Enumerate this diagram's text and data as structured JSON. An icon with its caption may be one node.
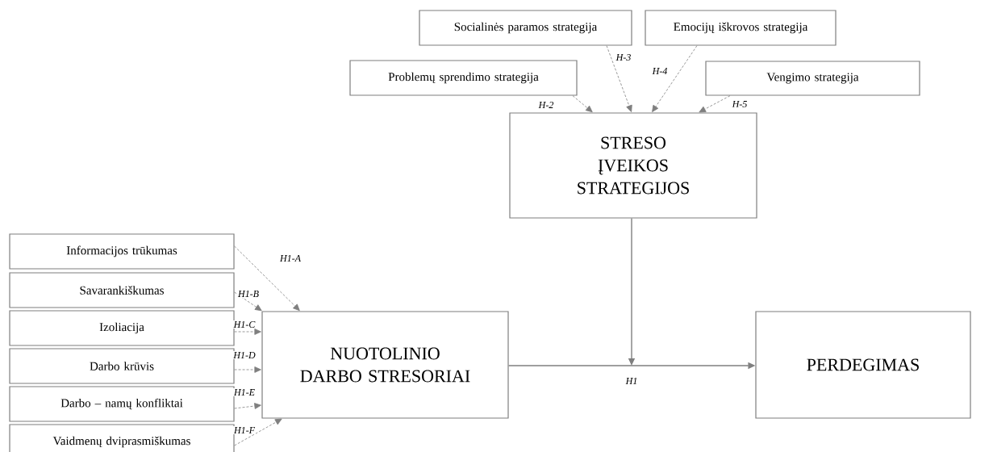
{
  "diagram": {
    "nodes": [
      {
        "text": [
          "Socialinės paramos strategija"
        ]
      },
      {
        "text": [
          "Emocijų iškrovos strategija"
        ]
      },
      {
        "text": [
          "Problemų sprendimo strategija"
        ]
      },
      {
        "text": [
          "Vengimo strategija"
        ]
      },
      {
        "text": [
          "STRESO ĮVEIKOS STRATEGIJOS"
        ]
      },
      {
        "text": [
          "Informacijos trūkumas"
        ]
      },
      {
        "text": [
          "Savarankiškumas"
        ]
      },
      {
        "text": [
          "Izoliacija"
        ]
      },
      {
        "text": [
          "Darbo krūvis"
        ]
      },
      {
        "text": [
          "Darbo – namų konfliktai"
        ]
      },
      {
        "text": [
          "Vaidmenų dviprasmiškumas"
        ]
      },
      {
        "text": [
          "NUOTOLINIO DARBO STRESORIAI"
        ]
      },
      {
        "text": [
          "PERDEGIMAS"
        ]
      }
    ],
    "edges": [
      {
        "from": 2,
        "to": 4,
        "arrow": "to",
        "label": "H-2",
        "style": "dashed"
      },
      {
        "from": 0,
        "to": 4,
        "arrow": "to",
        "label": "H-3",
        "style": "dashed"
      },
      {
        "from": 1,
        "to": 4,
        "arrow": "to",
        "label": "H-4",
        "style": "dashed"
      },
      {
        "from": 3,
        "to": 4,
        "arrow": "to",
        "label": "H-5",
        "style": "dashed"
      },
      {
        "from": 5,
        "to": 11,
        "arrow": "to",
        "label": "H1-A",
        "style": "dashed"
      },
      {
        "from": 6,
        "to": 11,
        "arrow": "to",
        "label": "H1-B",
        "style": "dashed"
      },
      {
        "from": 7,
        "to": 11,
        "arrow": "to",
        "label": "H1-C",
        "style": "dashed"
      },
      {
        "from": 8,
        "to": 11,
        "arrow": "to",
        "label": "H1-D",
        "style": "dashed"
      },
      {
        "from": 9,
        "to": 11,
        "arrow": "to",
        "label": "H1-E",
        "style": "dashed"
      },
      {
        "from": 10,
        "to": 11,
        "arrow": "to",
        "label": "H1-F",
        "style": "dashed"
      },
      {
        "from": 11,
        "to": 12,
        "arrow": "to",
        "label": "H1"
      },
      {
        "from": 4,
        "to": null,
        "arrow": "to"
      }
    ]
  }
}
